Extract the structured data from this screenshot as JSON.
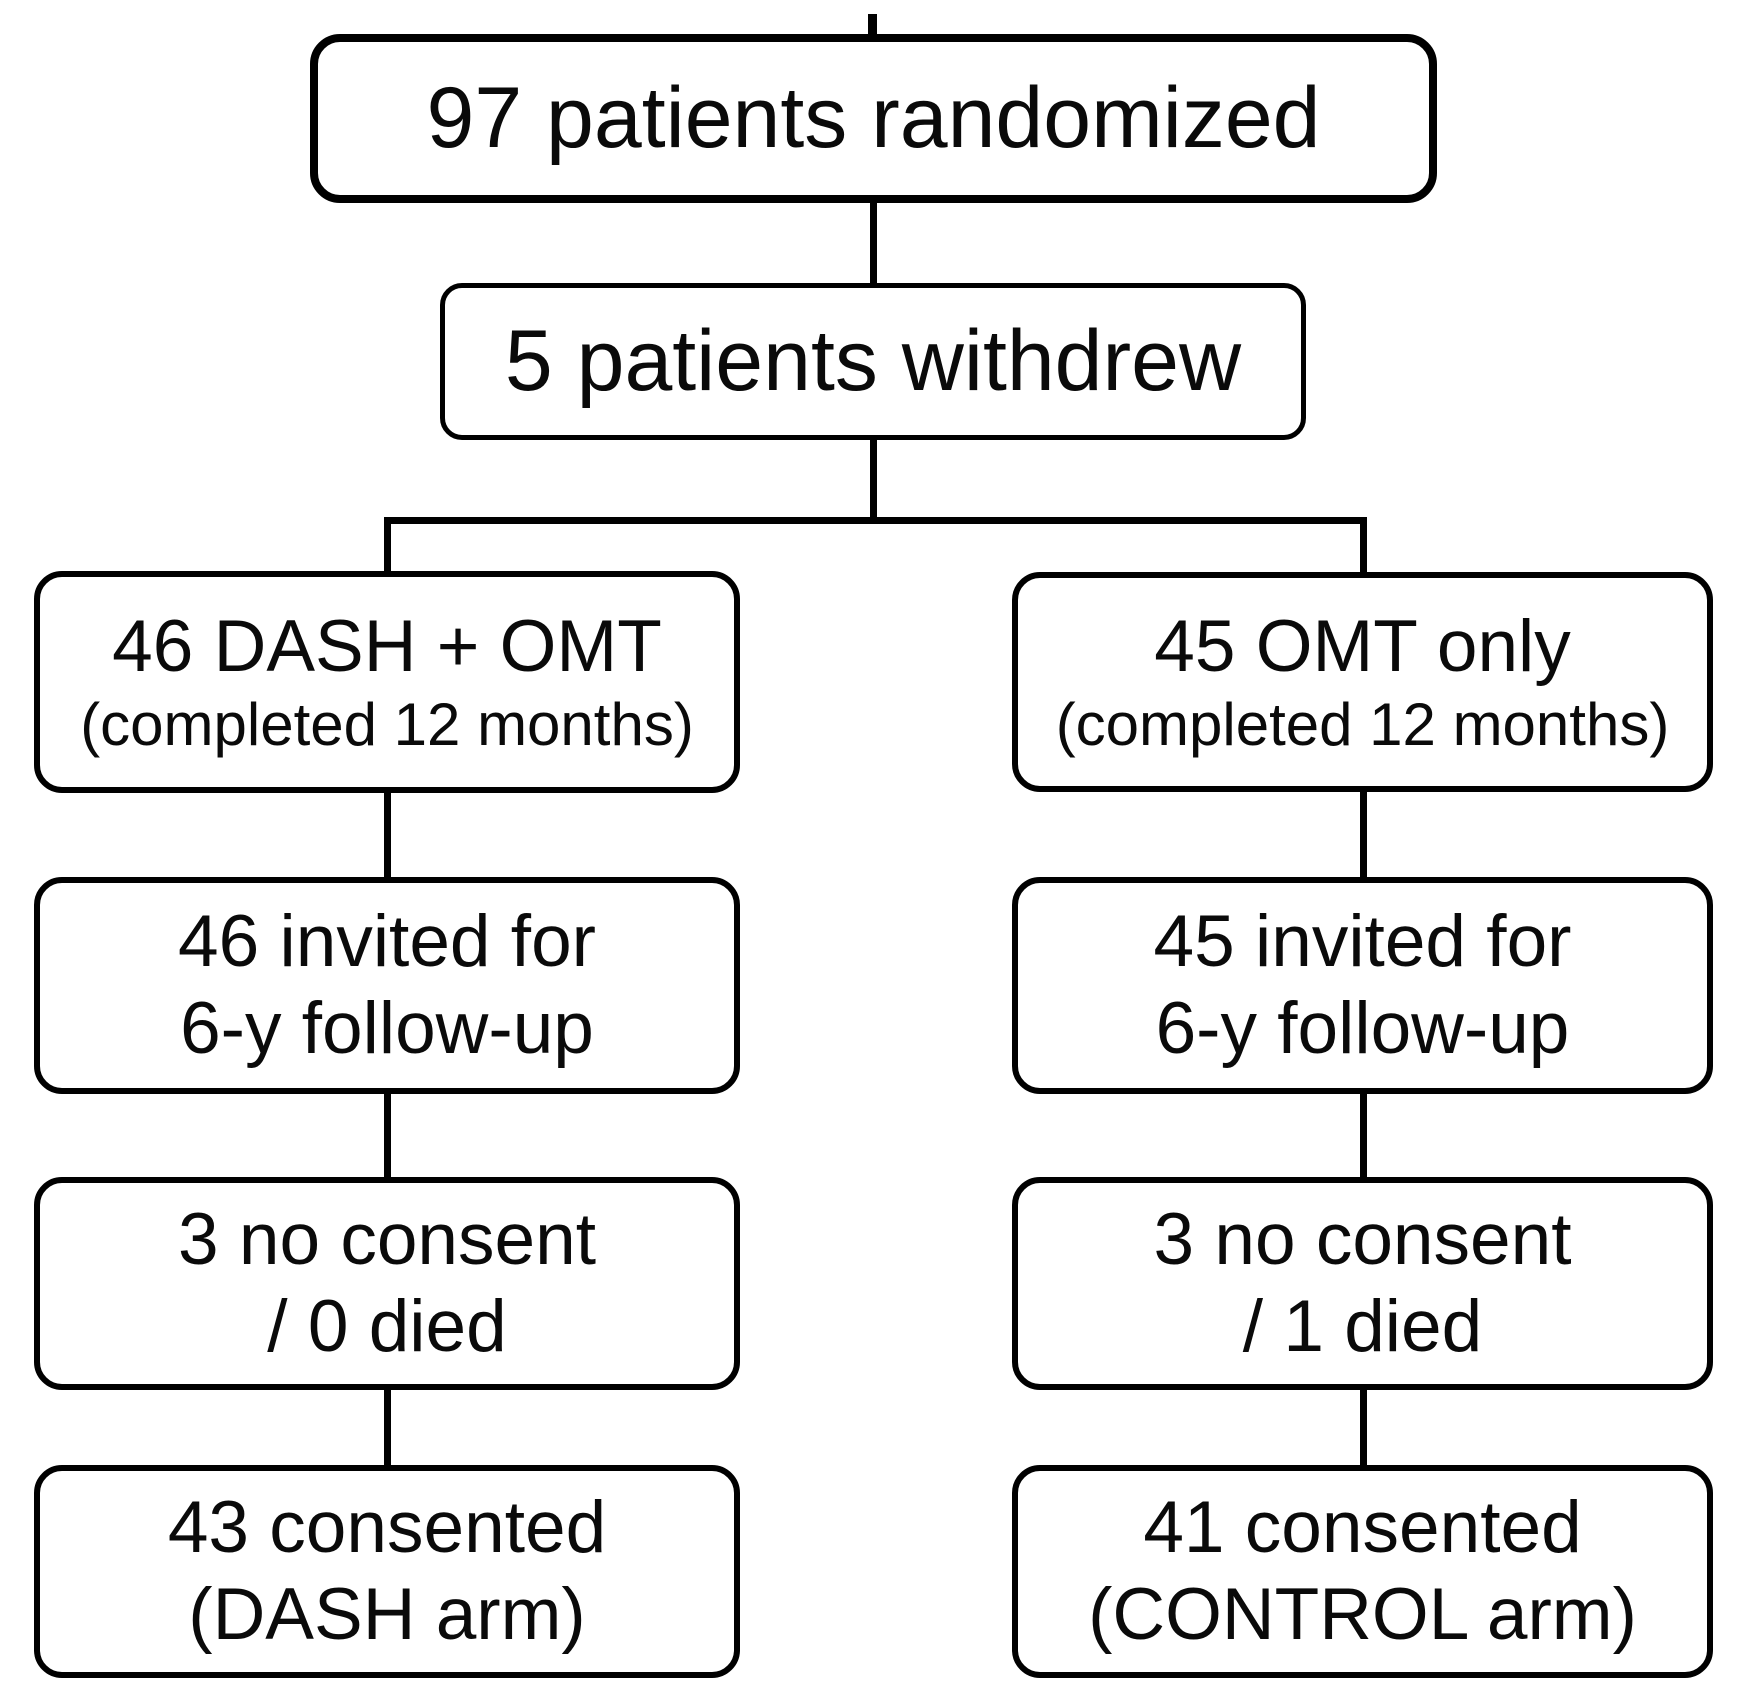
{
  "diagram": {
    "background_color": "#ffffff",
    "line_color": "#000000",
    "text_color": "#0a0a0a",
    "nodes": {
      "randomized": {
        "lines": [
          "97 patients randomized"
        ]
      },
      "withdrew": {
        "lines": [
          "5 patients withdrew"
        ]
      },
      "dash_omt": {
        "lines": [
          "46 DASH + OMT",
          "(completed 12 months)"
        ]
      },
      "omt_only": {
        "lines": [
          "45 OMT only",
          "(completed 12 months)"
        ]
      },
      "dash_invited": {
        "lines": [
          "46 invited for",
          "6-y follow-up"
        ]
      },
      "omt_invited": {
        "lines": [
          "45 invited for",
          "6-y follow-up"
        ]
      },
      "dash_noconsent": {
        "lines": [
          "3 no consent",
          "/ 0 died"
        ]
      },
      "omt_noconsent": {
        "lines": [
          "3 no consent",
          "/ 1 died"
        ]
      },
      "dash_consented": {
        "lines": [
          "43 consented",
          "(DASH arm)"
        ]
      },
      "omt_consented": {
        "lines": [
          "41 consented",
          "(CONTROL arm)"
        ]
      }
    }
  }
}
